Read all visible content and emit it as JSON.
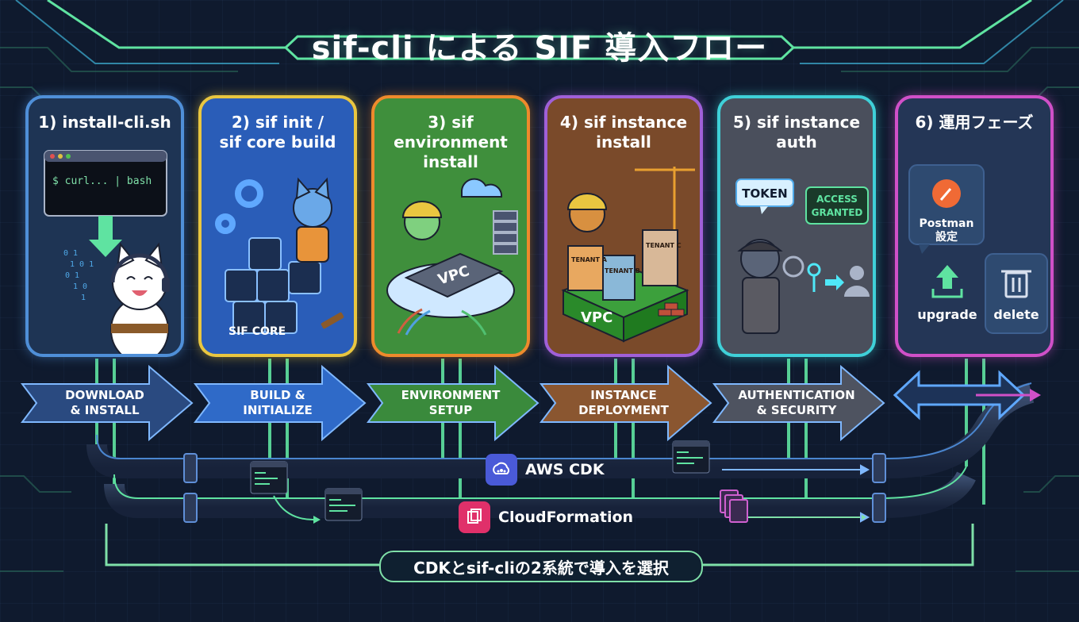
{
  "title": "sif-cli による SIF 導入フロー",
  "steps": [
    {
      "title": [
        "1) install-cli.sh"
      ],
      "border": "#4f8fd8",
      "bg": "#1e3454"
    },
    {
      "title": [
        "2) sif init /",
        "sif core build"
      ],
      "border": "#e9c640",
      "bg": "#2a5db8"
    },
    {
      "title": [
        "3) sif environment",
        "install"
      ],
      "border": "#ee8a2c",
      "bg": "#3f8f3c"
    },
    {
      "title": [
        "4) sif instance",
        "install"
      ],
      "border": "#a060d8",
      "bg": "#7a4a2a"
    },
    {
      "title": [
        "5) sif instance",
        "auth"
      ],
      "border": "#3fd0d8",
      "bg": "#4a4f5c"
    },
    {
      "title": [
        "6) 運用フェーズ"
      ],
      "border": "#d050c8",
      "bg": "#243656"
    }
  ],
  "step1": {
    "terminal": "$ curl... | bash"
  },
  "step2": {
    "core": "SIF CORE"
  },
  "step3": {
    "vpc": "VPC"
  },
  "step4": {
    "vpc": "VPC",
    "tenants": [
      "TENANT A",
      "TENANT B",
      "TENANT C"
    ]
  },
  "step5": {
    "token": "TOKEN",
    "access": [
      "ACCESS",
      "GRANTED"
    ]
  },
  "step6": {
    "postman": [
      "Postman",
      "設定"
    ],
    "upgrade": "upgrade",
    "delete": "delete"
  },
  "phases": [
    {
      "lines": [
        "DOWNLOAD",
        "& INSTALL"
      ],
      "color": "#2a4a80"
    },
    {
      "lines": [
        "BUILD &",
        "INITIALIZE"
      ],
      "color": "#2f6ac8"
    },
    {
      "lines": [
        "ENVIRONMENT",
        "SETUP"
      ],
      "color": "#3a8a3c"
    },
    {
      "lines": [
        "INSTANCE",
        "DEPLOYMENT"
      ],
      "color": "#8a5630"
    },
    {
      "lines": [
        "AUTHENTICATION",
        "& SECURITY"
      ],
      "color": "#4e5360"
    }
  ],
  "pipes": {
    "cdk": "AWS CDK",
    "cfn": "CloudFormation"
  },
  "bottom": "CDKとsif-cliの2系統で導入を選択"
}
